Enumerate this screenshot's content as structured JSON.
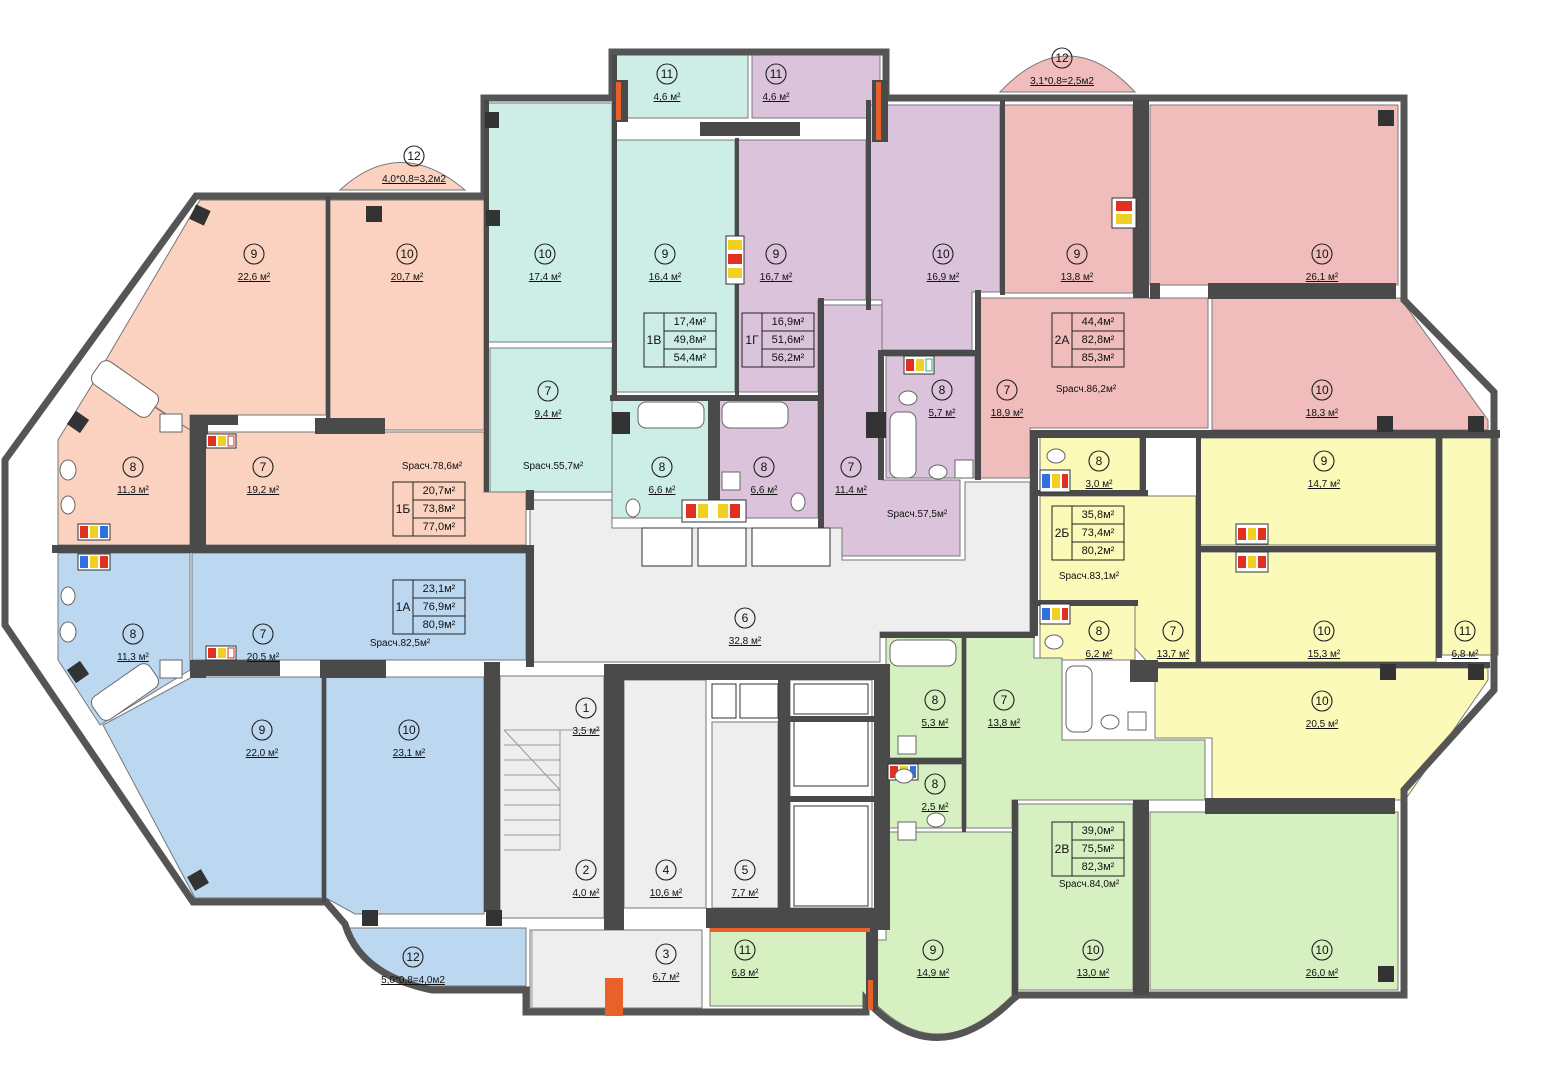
{
  "colors": {
    "apt_1A": "#bcd7f0",
    "apt_1B": "#fbd2bf",
    "apt_1V": "#cdeee6",
    "apt_1G": "#dcc3dc",
    "apt_2A": "#f1bcbc",
    "apt_2B": "#fbfab8",
    "apt_2V": "#d6f0c2",
    "common": "#eeeeee",
    "wall": "#4a4a4a"
  },
  "apartments": [
    {
      "id": "1a",
      "name": "1А",
      "v1": "23,1м²",
      "v2": "76,9м²",
      "v3": "80,9м²",
      "s": "Sрасч.82,5м²"
    },
    {
      "id": "1b",
      "name": "1Б",
      "v1": "20,7м²",
      "v2": "73,8м²",
      "v3": "77,0м²",
      "s": "Sрасч.78,6м²"
    },
    {
      "id": "1v",
      "name": "1В",
      "v1": "17,4м²",
      "v2": "49,8м²",
      "v3": "54,4м²",
      "s": "Sрасч.55,7м²"
    },
    {
      "id": "1g",
      "name": "1Г",
      "v1": "16,9м²",
      "v2": "51,6м²",
      "v3": "56,2м²",
      "s": "Sрасч.57,5м²"
    },
    {
      "id": "2a",
      "name": "2А",
      "v1": "44,4м²",
      "v2": "82,8м²",
      "v3": "85,3м²",
      "s": "Sрасч.86,2м²"
    },
    {
      "id": "2b",
      "name": "2Б",
      "v1": "35,8м²",
      "v2": "73,4м²",
      "v3": "80,2м²",
      "s": "Sрасч.83,1м²"
    },
    {
      "id": "2v",
      "name": "2В",
      "v1": "39,0м²",
      "v2": "75,5м²",
      "v3": "82,3м²",
      "s": "Sрасч.84,0м²"
    }
  ],
  "rooms": [
    {
      "id": "r-1b-9",
      "num": "9",
      "area": "22,6 м²"
    },
    {
      "id": "r-1b-10",
      "num": "10",
      "area": "20,7 м²"
    },
    {
      "id": "r-1b-12",
      "num": "12",
      "area": "4,0*0,8=3,2м2"
    },
    {
      "id": "r-1b-8",
      "num": "8",
      "area": "11,3 м²"
    },
    {
      "id": "r-1b-7",
      "num": "7",
      "area": "19,2 м²"
    },
    {
      "id": "r-1a-8",
      "num": "8",
      "area": "11,3 м²"
    },
    {
      "id": "r-1a-7",
      "num": "7",
      "area": "20,5 м²"
    },
    {
      "id": "r-1a-9",
      "num": "9",
      "area": "22,0 м²"
    },
    {
      "id": "r-1a-10",
      "num": "10",
      "area": "23,1 м²"
    },
    {
      "id": "r-1a-12",
      "num": "12",
      "area": "5,0*0,8=4,0м2"
    },
    {
      "id": "r-1v-11",
      "num": "11",
      "area": "4,6 м²"
    },
    {
      "id": "r-1v-10",
      "num": "10",
      "area": "17,4 м²"
    },
    {
      "id": "r-1v-9",
      "num": "9",
      "area": "16,4 м²"
    },
    {
      "id": "r-1v-7",
      "num": "7",
      "area": "9,4 м²"
    },
    {
      "id": "r-1v-8",
      "num": "8",
      "area": "6,6 м²"
    },
    {
      "id": "r-1g-11",
      "num": "11",
      "area": "4,6 м²"
    },
    {
      "id": "r-1g-9",
      "num": "9",
      "area": "16,7 м²"
    },
    {
      "id": "r-1g-10",
      "num": "10",
      "area": "16,9 м²"
    },
    {
      "id": "r-1g-8a",
      "num": "8",
      "area": "6,6 м²"
    },
    {
      "id": "r-1g-7",
      "num": "7",
      "area": "11,4 м²"
    },
    {
      "id": "r-1g-8b",
      "num": "8",
      "area": "5,7 м²"
    },
    {
      "id": "r-2a-12",
      "num": "12",
      "area": "3,1*0,8=2,5м2"
    },
    {
      "id": "r-2a-9",
      "num": "9",
      "area": "13,8 м²"
    },
    {
      "id": "r-2a-10a",
      "num": "10",
      "area": "26,1 м²"
    },
    {
      "id": "r-2a-7",
      "num": "7",
      "area": "18,9 м²"
    },
    {
      "id": "r-2a-10b",
      "num": "10",
      "area": "18,3 м²"
    },
    {
      "id": "r-2b-8a",
      "num": "8",
      "area": "3,0 м²"
    },
    {
      "id": "r-2b-9",
      "num": "9",
      "area": "14,7 м²"
    },
    {
      "id": "r-2b-8b",
      "num": "8",
      "area": "6,2 м²"
    },
    {
      "id": "r-2b-7",
      "num": "7",
      "area": "13,7 м²"
    },
    {
      "id": "r-2b-10a",
      "num": "10",
      "area": "15,3 м²"
    },
    {
      "id": "r-2b-11",
      "num": "11",
      "area": "6,8 м²"
    },
    {
      "id": "r-2b-10b",
      "num": "10",
      "area": "20,5 м²"
    },
    {
      "id": "r-2v-8a",
      "num": "8",
      "area": "5,3 м²"
    },
    {
      "id": "r-2v-7",
      "num": "7",
      "area": "13,8 м²"
    },
    {
      "id": "r-2v-8b",
      "num": "8",
      "area": "2,5 м²"
    },
    {
      "id": "r-2v-9",
      "num": "9",
      "area": "14,9 м²"
    },
    {
      "id": "r-2v-10a",
      "num": "10",
      "area": "13,0 м²"
    },
    {
      "id": "r-2v-10b",
      "num": "10",
      "area": "26,0 м²"
    },
    {
      "id": "r-2v-11",
      "num": "11",
      "area": "6,8 м²"
    },
    {
      "id": "r-c-6",
      "num": "6",
      "area": "32,8 м²"
    },
    {
      "id": "r-c-1",
      "num": "1",
      "area": "3,5 м²"
    },
    {
      "id": "r-c-2",
      "num": "2",
      "area": "4,0 м²"
    },
    {
      "id": "r-c-3",
      "num": "3",
      "area": "6,7 м²"
    },
    {
      "id": "r-c-4",
      "num": "4",
      "area": "10,6 м²"
    },
    {
      "id": "r-c-5",
      "num": "5",
      "area": "7,7 м²"
    }
  ]
}
